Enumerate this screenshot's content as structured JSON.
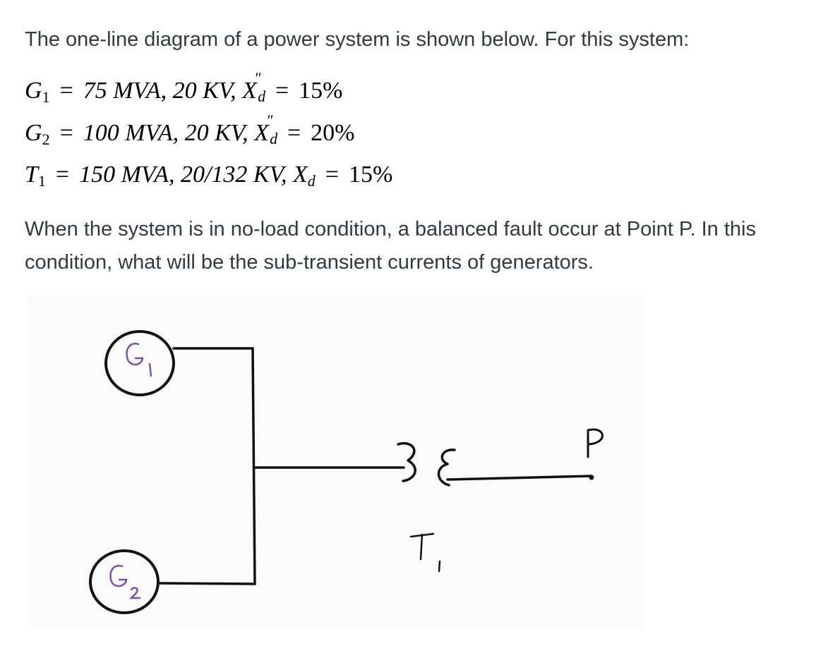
{
  "intro": "The one-line diagram of a power system is shown below. For this system:",
  "equations": {
    "g1": {
      "sym": "G",
      "sub": "1",
      "rating": "75 MVA, 20 KV, ",
      "x": "X",
      "x_prime": "″",
      "x_sub": "d",
      "value": "15%"
    },
    "g2": {
      "sym": "G",
      "sub": "2",
      "rating": "100 MVA, 20 KV, ",
      "x": "X",
      "x_prime": "″",
      "x_sub": "d",
      "value": "20%"
    },
    "t1": {
      "sym": "T",
      "sub": "1",
      "rating": "150 MVA, 20/132 KV, ",
      "x": "X",
      "x_sub": "d",
      "value": "15%"
    }
  },
  "question": "When the system is in no-load condition, a balanced fault occur at Point P. In this condition, what will be the sub-transient currents of generators.",
  "diagram": {
    "g1_label": "G₁",
    "g2_label": "G₂",
    "transformer_label": "T₁",
    "point_label": "P",
    "ink_color": "#111111",
    "label_color": "#7a4fb0"
  }
}
